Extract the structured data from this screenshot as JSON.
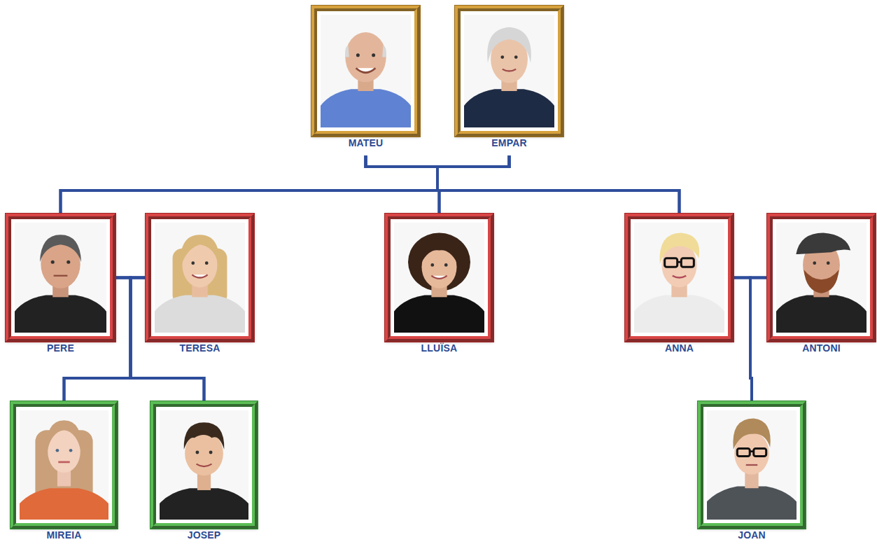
{
  "diagram": {
    "nodes": [
      {
        "text": [
          "MATEU"
        ]
      },
      {
        "text": [
          "EMPAR"
        ]
      },
      {
        "text": [
          "PERE"
        ]
      },
      {
        "text": [
          "TERESA"
        ]
      },
      {
        "text": [
          "LLUÏSA"
        ]
      },
      {
        "text": [
          "ANNA"
        ]
      },
      {
        "text": [
          "ANTONI"
        ]
      },
      {
        "text": [
          "MIREIA"
        ]
      },
      {
        "text": [
          "JOSEP"
        ]
      },
      {
        "text": [
          "JOAN"
        ]
      }
    ],
    "edges": [
      {
        "from": 0,
        "to": 1,
        "arrow": "none"
      },
      {
        "from": 0,
        "to": 2,
        "arrow": "none"
      },
      {
        "from": 0,
        "to": 4,
        "arrow": "none"
      },
      {
        "from": 0,
        "to": 5,
        "arrow": "none"
      },
      {
        "from": 1,
        "to": 2,
        "arrow": "none"
      },
      {
        "from": 1,
        "to": 4,
        "arrow": "none"
      },
      {
        "from": 1,
        "to": 5,
        "arrow": "none"
      },
      {
        "from": 2,
        "to": 3,
        "arrow": "none"
      },
      {
        "from": 2,
        "to": 7,
        "arrow": "none"
      },
      {
        "from": 2,
        "to": 8,
        "arrow": "none"
      },
      {
        "from": 3,
        "to": 7,
        "arrow": "none"
      },
      {
        "from": 3,
        "to": 8,
        "arrow": "none"
      },
      {
        "from": 5,
        "to": 6,
        "arrow": "none"
      },
      {
        "from": 5,
        "to": 9,
        "arrow": "none"
      },
      {
        "from": 6,
        "to": 9,
        "arrow": "none"
      }
    ]
  }
}
